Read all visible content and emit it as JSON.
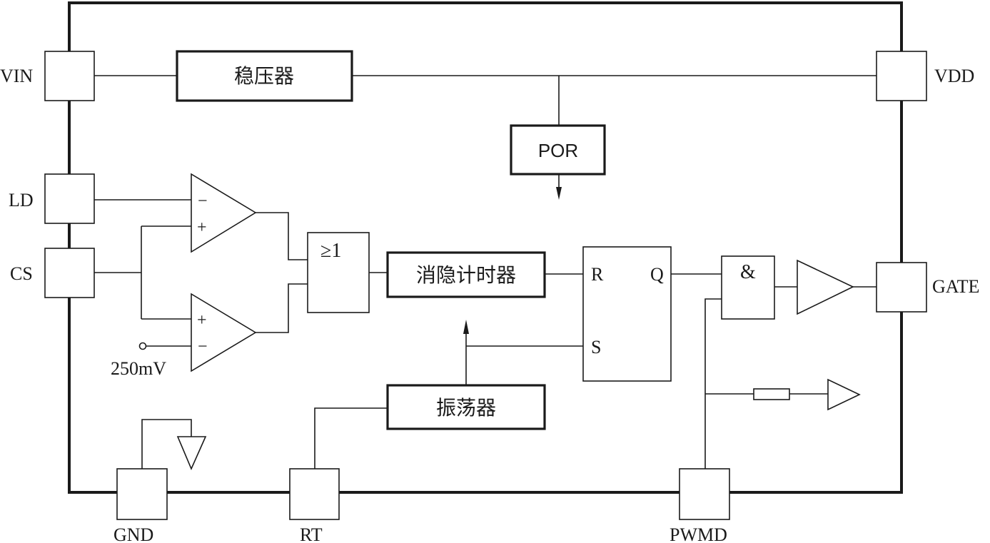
{
  "pins": {
    "vin": "VIN",
    "vdd": "VDD",
    "ld": "LD",
    "cs": "CS",
    "gate": "GATE",
    "gnd": "GND",
    "rt": "RT",
    "pwmd": "PWMD"
  },
  "blocks": {
    "regulator": "稳压器",
    "por": "POR",
    "or_gate": "≥1",
    "blanking_timer": "消隐计时器",
    "oscillator": "振荡器",
    "and_gate": "&"
  },
  "flipflop": {
    "r": "R",
    "s": "S",
    "q": "Q"
  },
  "comparators": {
    "top_minus": "−",
    "top_plus": "+",
    "bottom_plus": "+",
    "bottom_minus": "−"
  },
  "reference": "250mV"
}
